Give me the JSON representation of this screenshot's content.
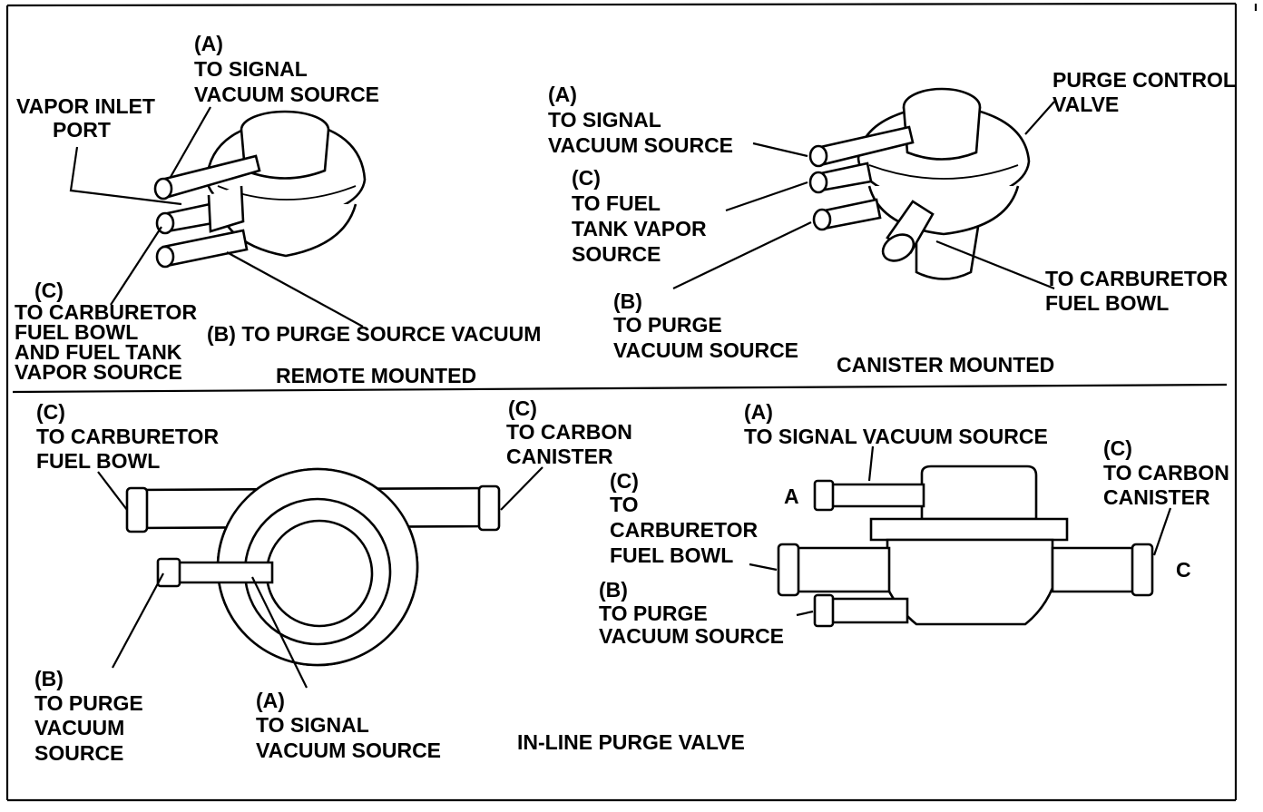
{
  "panels": {
    "remote": {
      "caption": "REMOTE MOUNTED",
      "labels": {
        "signal": [
          "(A)",
          "TO SIGNAL",
          "VACUUM SOURCE"
        ],
        "vapor_inlet": [
          "VAPOR INLET",
          "PORT"
        ],
        "carb_bowl": [
          "(C)",
          "TO CARBURETOR",
          "FUEL BOWL",
          "AND FUEL TANK",
          "VAPOR SOURCE"
        ],
        "purge": [
          "(B) TO PURGE SOURCE VACUUM"
        ]
      }
    },
    "canister": {
      "caption": "CANISTER MOUNTED",
      "labels": {
        "signal": [
          "(A)",
          "TO SIGNAL",
          "VACUUM SOURCE"
        ],
        "fuel_tank": [
          "(C)",
          "TO FUEL",
          "TANK VAPOR",
          "SOURCE"
        ],
        "purge": [
          "(B)",
          "TO PURGE",
          "VACUUM SOURCE"
        ],
        "purge_control": [
          "PURGE CONTROL",
          "VALVE"
        ],
        "carb_bowl": [
          "TO CARBURETOR",
          "FUEL BOWL"
        ]
      }
    },
    "inline": {
      "caption": "IN-LINE PURGE VALVE",
      "labels": {
        "carb_bowl_left": [
          "(C)",
          "TO CARBURETOR",
          "FUEL BOWL"
        ],
        "carbon_canister_mid": [
          "(C)",
          "TO CARBON",
          "CANISTER"
        ],
        "purge_left": [
          "(B)",
          "TO PURGE",
          "VACUUM",
          "SOURCE"
        ],
        "signal_left": [
          "(A)",
          "TO SIGNAL",
          "VACUUM SOURCE"
        ],
        "signal_right": [
          "(A)",
          "TO SIGNAL VACUUM SOURCE"
        ],
        "carbon_canister_right": [
          "(C)",
          "TO CARBON",
          "CANISTER"
        ],
        "carb_bowl_right": [
          "(C)",
          "TO",
          "CARBURETOR",
          "FUEL BOWL"
        ],
        "purge_right": [
          "(B)",
          "TO PURGE",
          "VACUUM SOURCE"
        ],
        "port_a": "A",
        "port_c": "C"
      }
    }
  }
}
